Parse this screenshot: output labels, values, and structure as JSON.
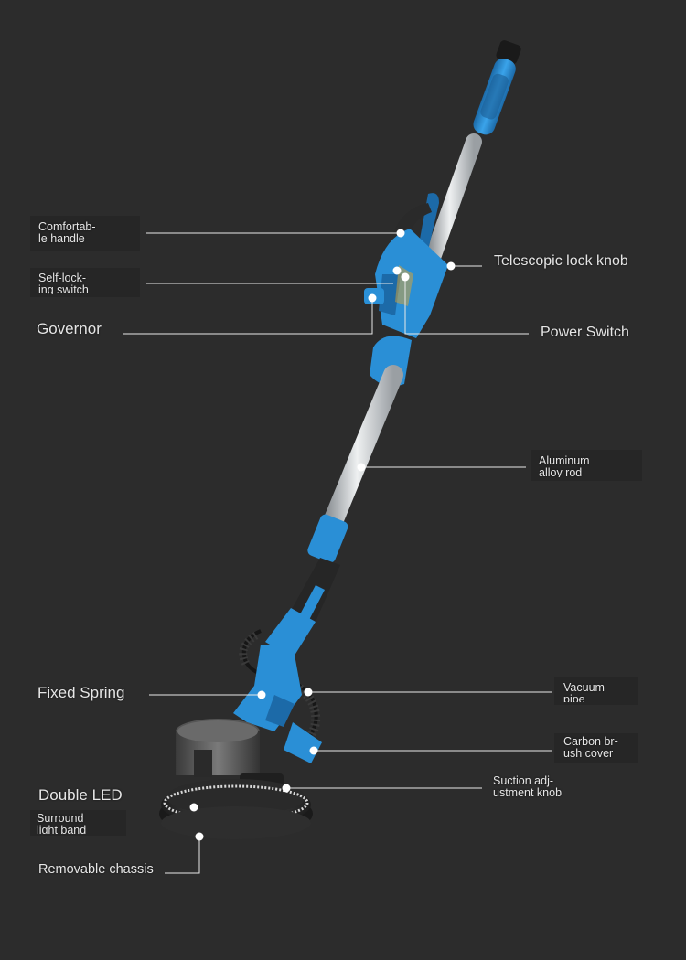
{
  "labels": {
    "comfortable_handle": [
      "Comfortab-",
      "le handle"
    ],
    "self_locking_switch": [
      "Self-lock-",
      "ing switch"
    ],
    "governor": "Governor",
    "telescopic_lock_knob": "Telescopic lock knob",
    "power_switch": "Power Switch",
    "aluminum_rod": [
      "Aluminum",
      "alloy rod"
    ],
    "fixed_spring": "Fixed Spring",
    "vacuum_pipe": [
      "Vacuum",
      "pipe"
    ],
    "carbon_brush_cover": [
      "Carbon br-",
      "ush cover"
    ],
    "double_led": "Double LED",
    "suction_knob": [
      "Suction adj-",
      "ustment knob"
    ],
    "surround_light_band": [
      "Surround",
      "light band"
    ],
    "removable_chassis": "Removable chassis"
  },
  "colors": {
    "background": "#2c2c2c",
    "tool_blue": "#2a8fd6",
    "tool_blue_dark": "#1c6aa8",
    "rod_silver": "#cfd3d6",
    "line": "#e8e8e8"
  },
  "icons": {
    "product": "drywall-sander-illustration"
  }
}
